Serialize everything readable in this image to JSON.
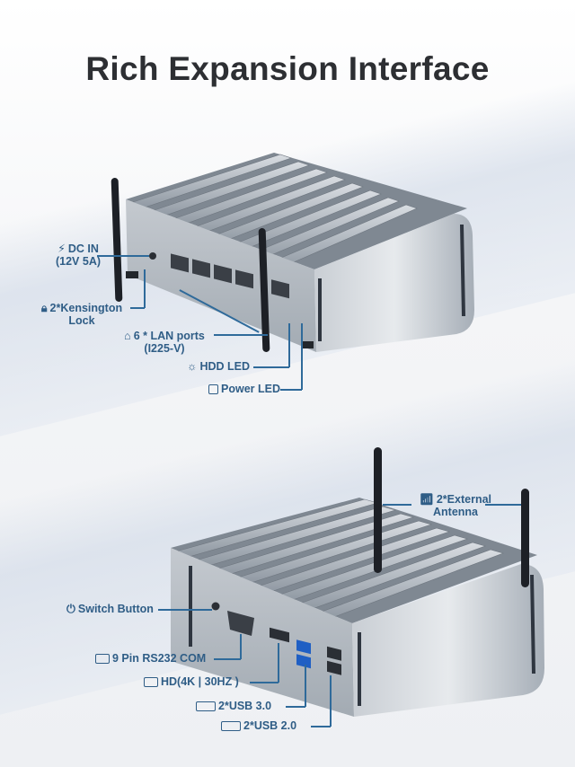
{
  "title": "Rich Expansion Interface",
  "top_labels": {
    "dc_in_line1": "DC IN",
    "dc_in_line2": "(12V 5A)",
    "kensington_line1": "2*Kensington",
    "kensington_line2": "Lock",
    "lan_line1": "6 * LAN ports",
    "lan_line2": "(I225-V)",
    "hdd_led": "HDD LED",
    "power_led": "Power LED"
  },
  "bottom_labels": {
    "antenna_line1": "2*External",
    "antenna_line2": "Antenna",
    "switch_button": "Switch Button",
    "com": "9 Pin RS232 COM",
    "hdmi": "HD(4K | 30HZ )",
    "usb3": "2*USB 3.0",
    "usb2": "2*USB 2.0"
  },
  "icons": {
    "dc": "power-plug-icon",
    "lock": "lock-icon",
    "lan": "network-port-icon",
    "hdd": "light-bulb-icon",
    "power_led": "led-icon",
    "wifi": "wifi-icon",
    "power": "power-icon",
    "com": "serial-port-icon",
    "hdmi": "monitor-icon",
    "usb": "mouse-keyboard-icon"
  },
  "colors": {
    "label": "#2f5d86",
    "title": "#2d2f33",
    "chassis": "#9aa3ad"
  }
}
